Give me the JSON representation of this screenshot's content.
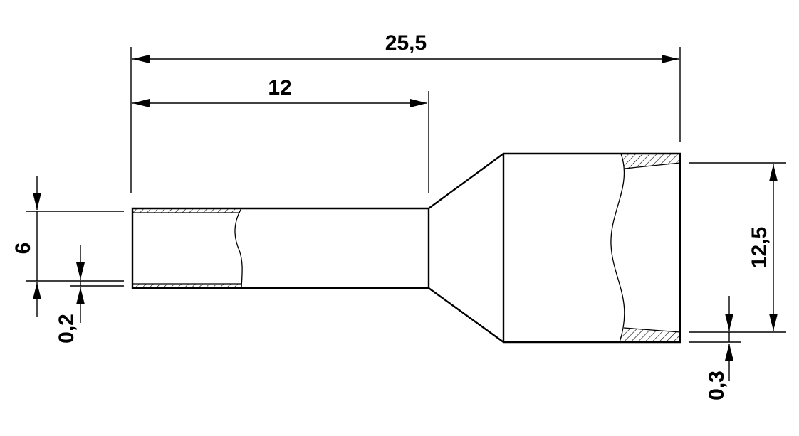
{
  "dimensions": {
    "overall_length": "25,5",
    "sleeve_length": "12",
    "sleeve_diameter": "6",
    "sleeve_wall": "0,2",
    "collar_diameter": "12,5",
    "collar_wall": "0,3"
  },
  "colors": {
    "line": "#000000",
    "background": "#ffffff"
  }
}
